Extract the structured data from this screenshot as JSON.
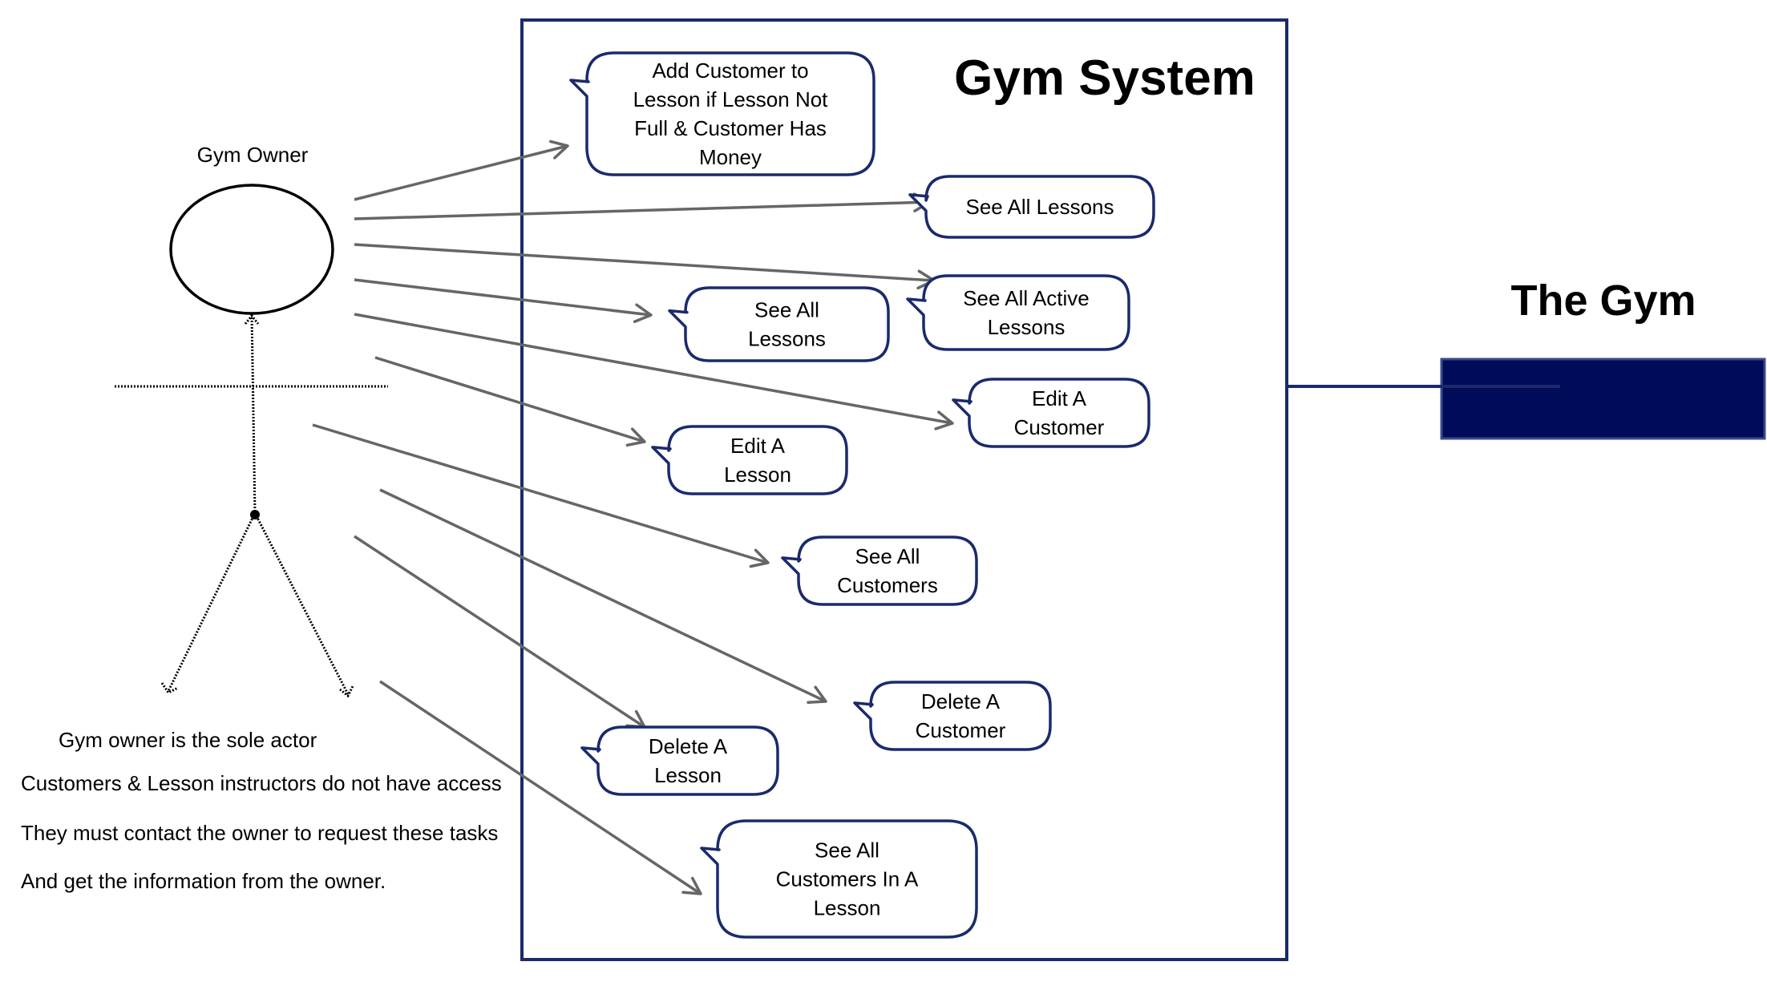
{
  "system": {
    "title": "Gym System"
  },
  "external": {
    "title": "The Gym"
  },
  "actor": {
    "label": "Gym Owner"
  },
  "notes": [
    "Gym owner is the sole actor",
    "Customers & Lesson instructors do not have access",
    "They must contact the owner to request these tasks",
    "And get the information from the owner."
  ],
  "use_cases": [
    {
      "id": "add-customer-to-lesson",
      "lines": [
        "Add Customer to",
        "Lesson if Lesson Not",
        "Full & Customer Has",
        "Money"
      ]
    },
    {
      "id": "see-all-lessons-1",
      "lines": [
        "See All Lessons"
      ]
    },
    {
      "id": "see-all-active-lessons",
      "lines": [
        "See All Active",
        "Lessons"
      ]
    },
    {
      "id": "see-all-lessons-2",
      "lines": [
        "See All",
        "Lessons"
      ]
    },
    {
      "id": "edit-a-customer",
      "lines": [
        "Edit A",
        "Customer"
      ]
    },
    {
      "id": "edit-a-lesson",
      "lines": [
        "Edit A",
        "Lesson"
      ]
    },
    {
      "id": "see-all-customers",
      "lines": [
        "See All",
        "Customers"
      ]
    },
    {
      "id": "delete-a-customer",
      "lines": [
        "Delete A",
        "Customer"
      ]
    },
    {
      "id": "delete-a-lesson",
      "lines": [
        "Delete A",
        "Lesson"
      ]
    },
    {
      "id": "see-all-customers-in-a-lesson",
      "lines": [
        "See All",
        "Customers In A",
        "Lesson"
      ]
    }
  ],
  "colors": {
    "system_border": "#1a2a6c",
    "bubble_border": "#1a2a6c",
    "external_fill": "#000b5a",
    "arrow": "#666666"
  }
}
